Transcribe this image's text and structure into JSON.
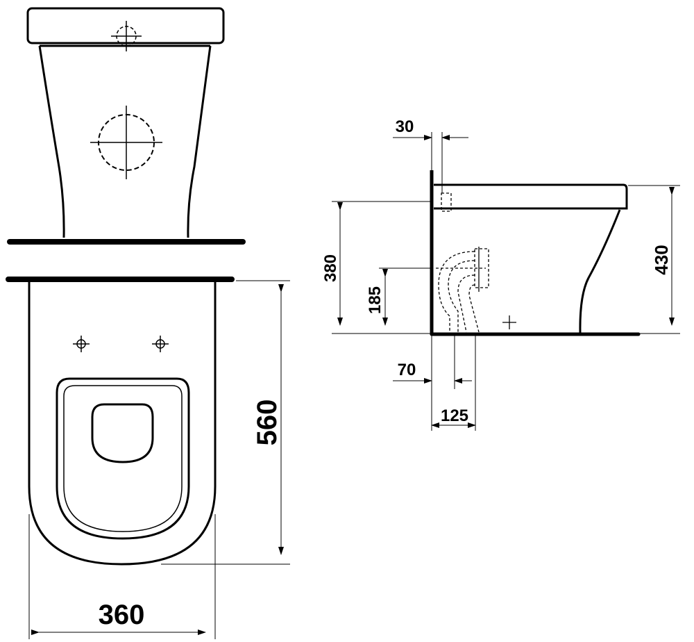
{
  "diagram": {
    "front_view": {
      "width_label": "360",
      "depth_label": "560"
    },
    "side_view": {
      "wall_gap_label": "30",
      "height_label": "430",
      "outlet_height_label": "380",
      "inlet_height_label": "185",
      "outlet_offset_label": "70",
      "inlet_offset_label": "125"
    },
    "colors": {
      "line": "#000000",
      "background": "#ffffff"
    }
  }
}
